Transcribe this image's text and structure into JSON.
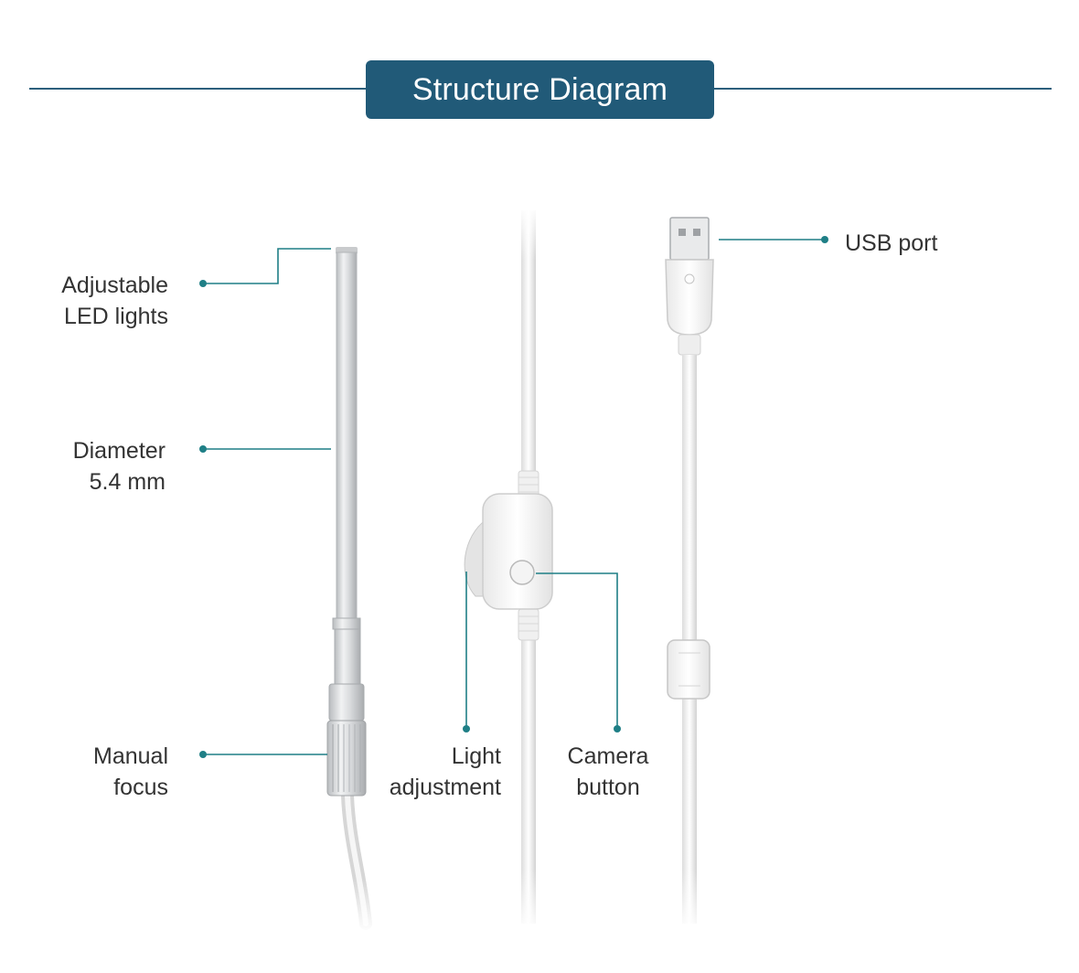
{
  "title": "Structure Diagram",
  "colors": {
    "title_bg": "#215a78",
    "header_line": "#2c5f7c",
    "callout": "#1f7f86",
    "label_text": "#333333"
  },
  "labels": {
    "led": [
      "Adjustable",
      "LED lights"
    ],
    "diameter": [
      "Diameter",
      "5.4 mm"
    ],
    "focus": [
      "Manual",
      "focus"
    ],
    "light": [
      "Light",
      "adjustment"
    ],
    "camera": [
      "Camera",
      "button"
    ],
    "usb": "USB port"
  }
}
